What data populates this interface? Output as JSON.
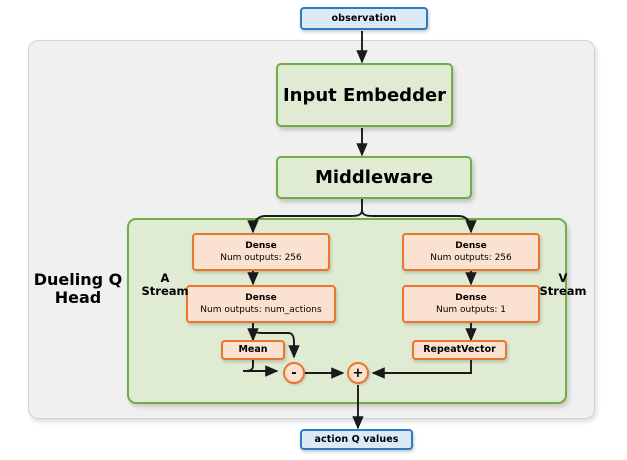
{
  "diagram": {
    "title_labels": {
      "dueling_head": "Dueling Q Head",
      "a_stream": "A\nStream",
      "a_stream_line1": "A",
      "a_stream_line2": "Stream",
      "v_stream_line1": "V",
      "v_stream_line2": "Stream"
    },
    "io": {
      "input": "observation",
      "output": "action Q values"
    },
    "blocks": {
      "input_embedder": "Input Embedder",
      "middleware": "Middleware"
    },
    "a_stream": {
      "dense1_title": "Dense",
      "dense1_detail": "Num outputs: 256",
      "dense2_title": "Dense",
      "dense2_detail": "Num outputs: num_actions",
      "mean": "Mean"
    },
    "v_stream": {
      "dense1_title": "Dense",
      "dense1_detail": "Num outputs: 256",
      "dense2_title": "Dense",
      "dense2_detail": "Num outputs: 1",
      "repeat_vector": "RepeatVector"
    },
    "operators": {
      "subtract": "-",
      "add": "+"
    },
    "colors": {
      "io_fill": "#dce9f6",
      "io_border": "#2b7cc4",
      "green_fill": "#dfebd2",
      "green_border": "#70ad47",
      "orange_fill": "#fbe2d0",
      "orange_border": "#e8762c",
      "panel_fill": "#f0f0f0",
      "panel_border": "#d2d2d2",
      "edge": "#1a1a1a",
      "text": "#000000"
    }
  }
}
